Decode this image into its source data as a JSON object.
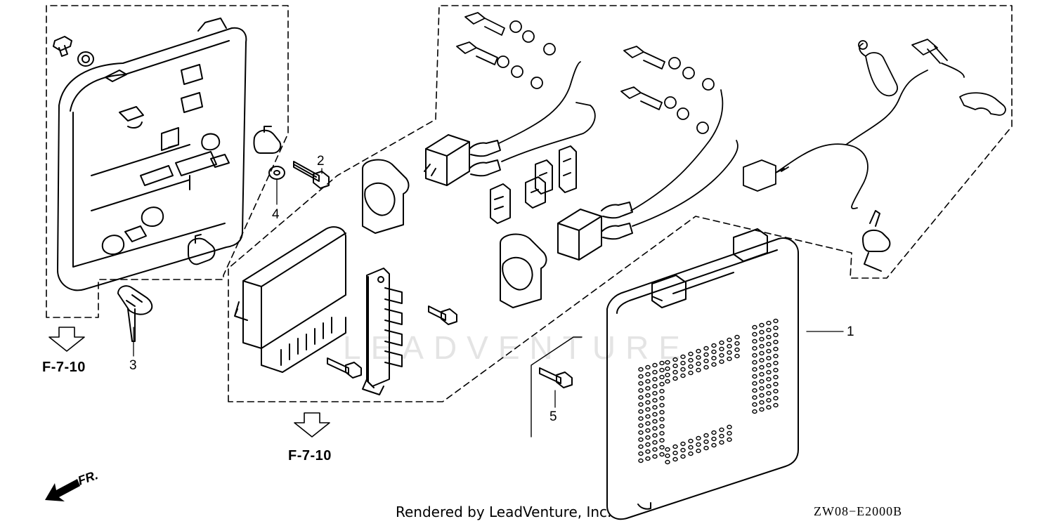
{
  "watermark": "LEADVENTURE",
  "callouts": {
    "c1": "1",
    "c2": "2",
    "c3": "3",
    "c4": "4",
    "c5": "5"
  },
  "references": {
    "left": "F-7-10",
    "center": "F-7-10"
  },
  "direction_label": "FR.",
  "footer": "Rendered by LeadVenture, Inc.",
  "diagram_code": "ZW08−E2000B",
  "colors": {
    "line": "#000000",
    "watermark": "#e4e4e4",
    "background": "#ffffff"
  }
}
